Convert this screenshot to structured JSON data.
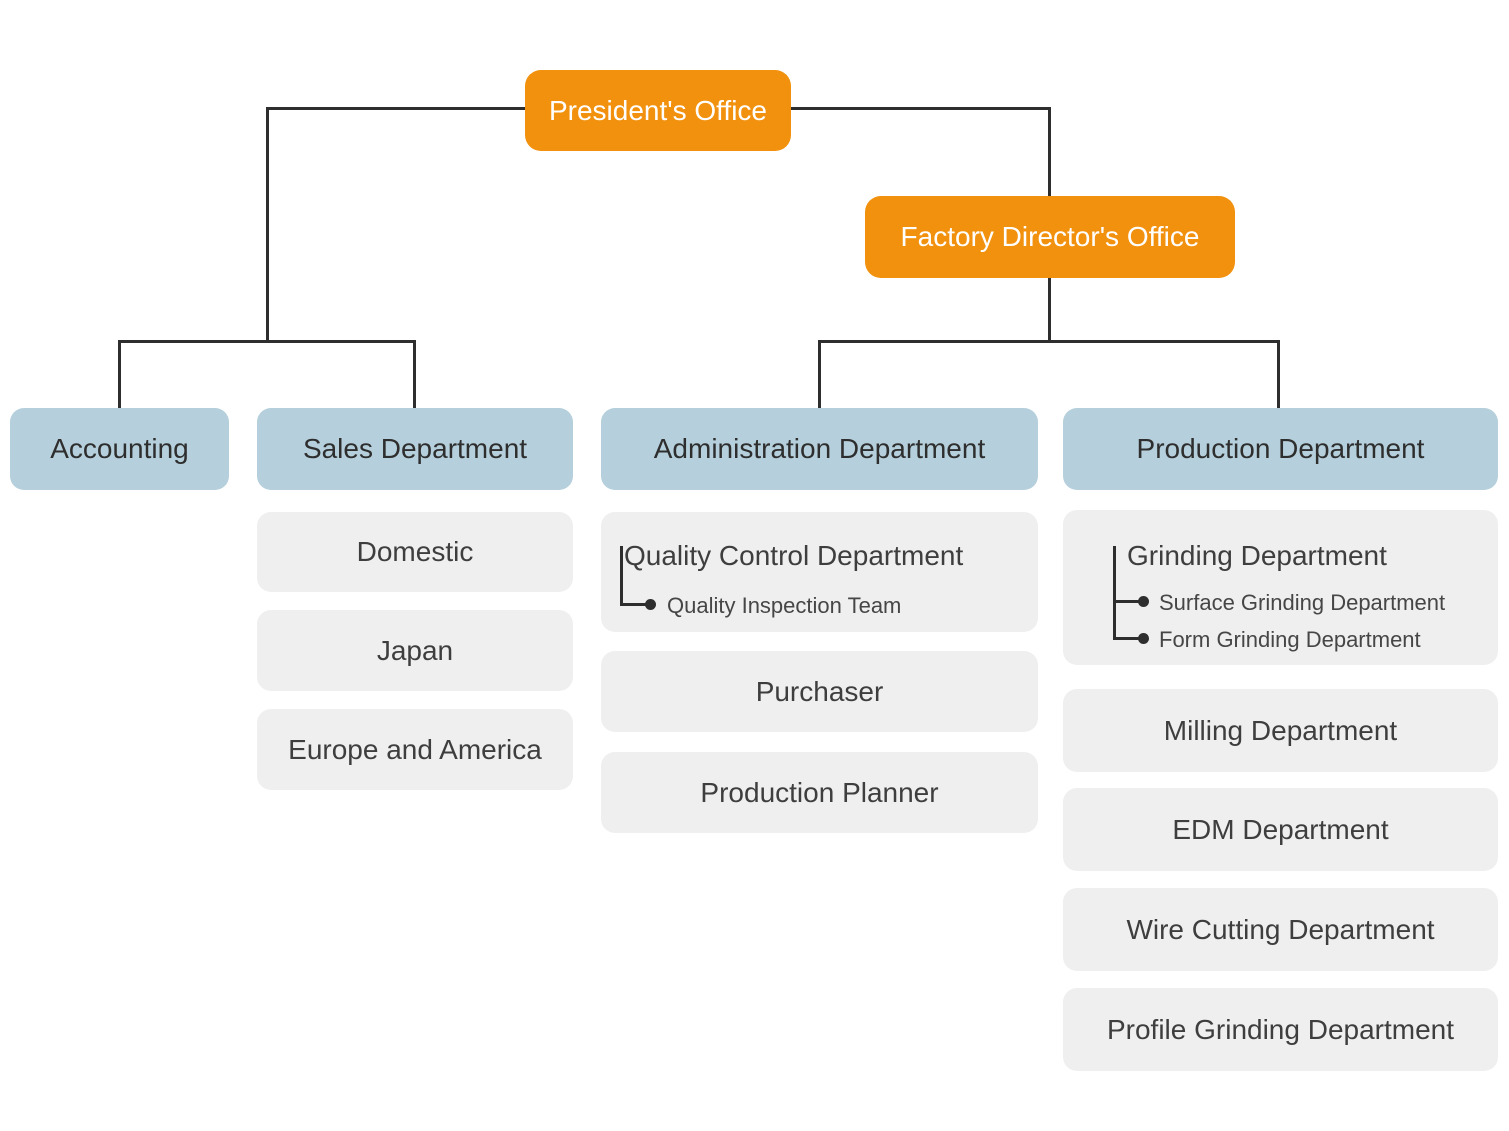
{
  "colors": {
    "accent_orange": "#f2910d",
    "level2_blue": "#b5d0dc",
    "item_gray": "#efefef",
    "line": "#2e2e2e"
  },
  "chart": {
    "root": {
      "label": "President's Office"
    },
    "secondary_root": {
      "label": "Factory Director's Office"
    },
    "departments": [
      {
        "label": "Accounting",
        "items": []
      },
      {
        "label": "Sales Department",
        "items": [
          {
            "label": "Domestic"
          },
          {
            "label": "Japan"
          },
          {
            "label": "Europe and America"
          }
        ]
      },
      {
        "label": "Administration Department",
        "items": [
          {
            "label": "Quality Control Department",
            "children": [
              "Quality Inspection Team"
            ]
          },
          {
            "label": "Purchaser"
          },
          {
            "label": "Production Planner"
          }
        ]
      },
      {
        "label": "Production Department",
        "items": [
          {
            "label": "Grinding Department",
            "children": [
              "Surface Grinding Department",
              "Form Grinding Department"
            ]
          },
          {
            "label": "Milling Department"
          },
          {
            "label": "EDM Department"
          },
          {
            "label": "Wire Cutting Department"
          },
          {
            "label": "Profile Grinding Department"
          }
        ]
      }
    ]
  }
}
